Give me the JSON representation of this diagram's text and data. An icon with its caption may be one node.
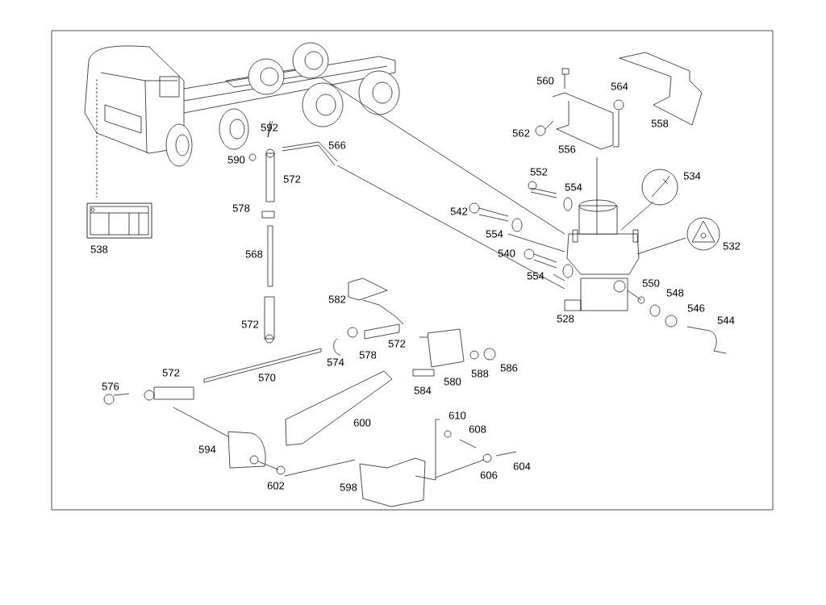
{
  "diagram": {
    "labels": [
      "560",
      "564",
      "558",
      "592",
      "562",
      "566",
      "556",
      "590",
      "552",
      "534",
      "572",
      "554",
      "578",
      "542",
      "554",
      "538",
      "568",
      "540",
      "532",
      "554",
      "550",
      "548",
      "582",
      "546",
      "528",
      "544",
      "572",
      "572",
      "578",
      "574",
      "586",
      "572",
      "588",
      "570",
      "580",
      "576",
      "584",
      "610",
      "600",
      "608",
      "594",
      "604",
      "606",
      "602",
      "598"
    ]
  }
}
